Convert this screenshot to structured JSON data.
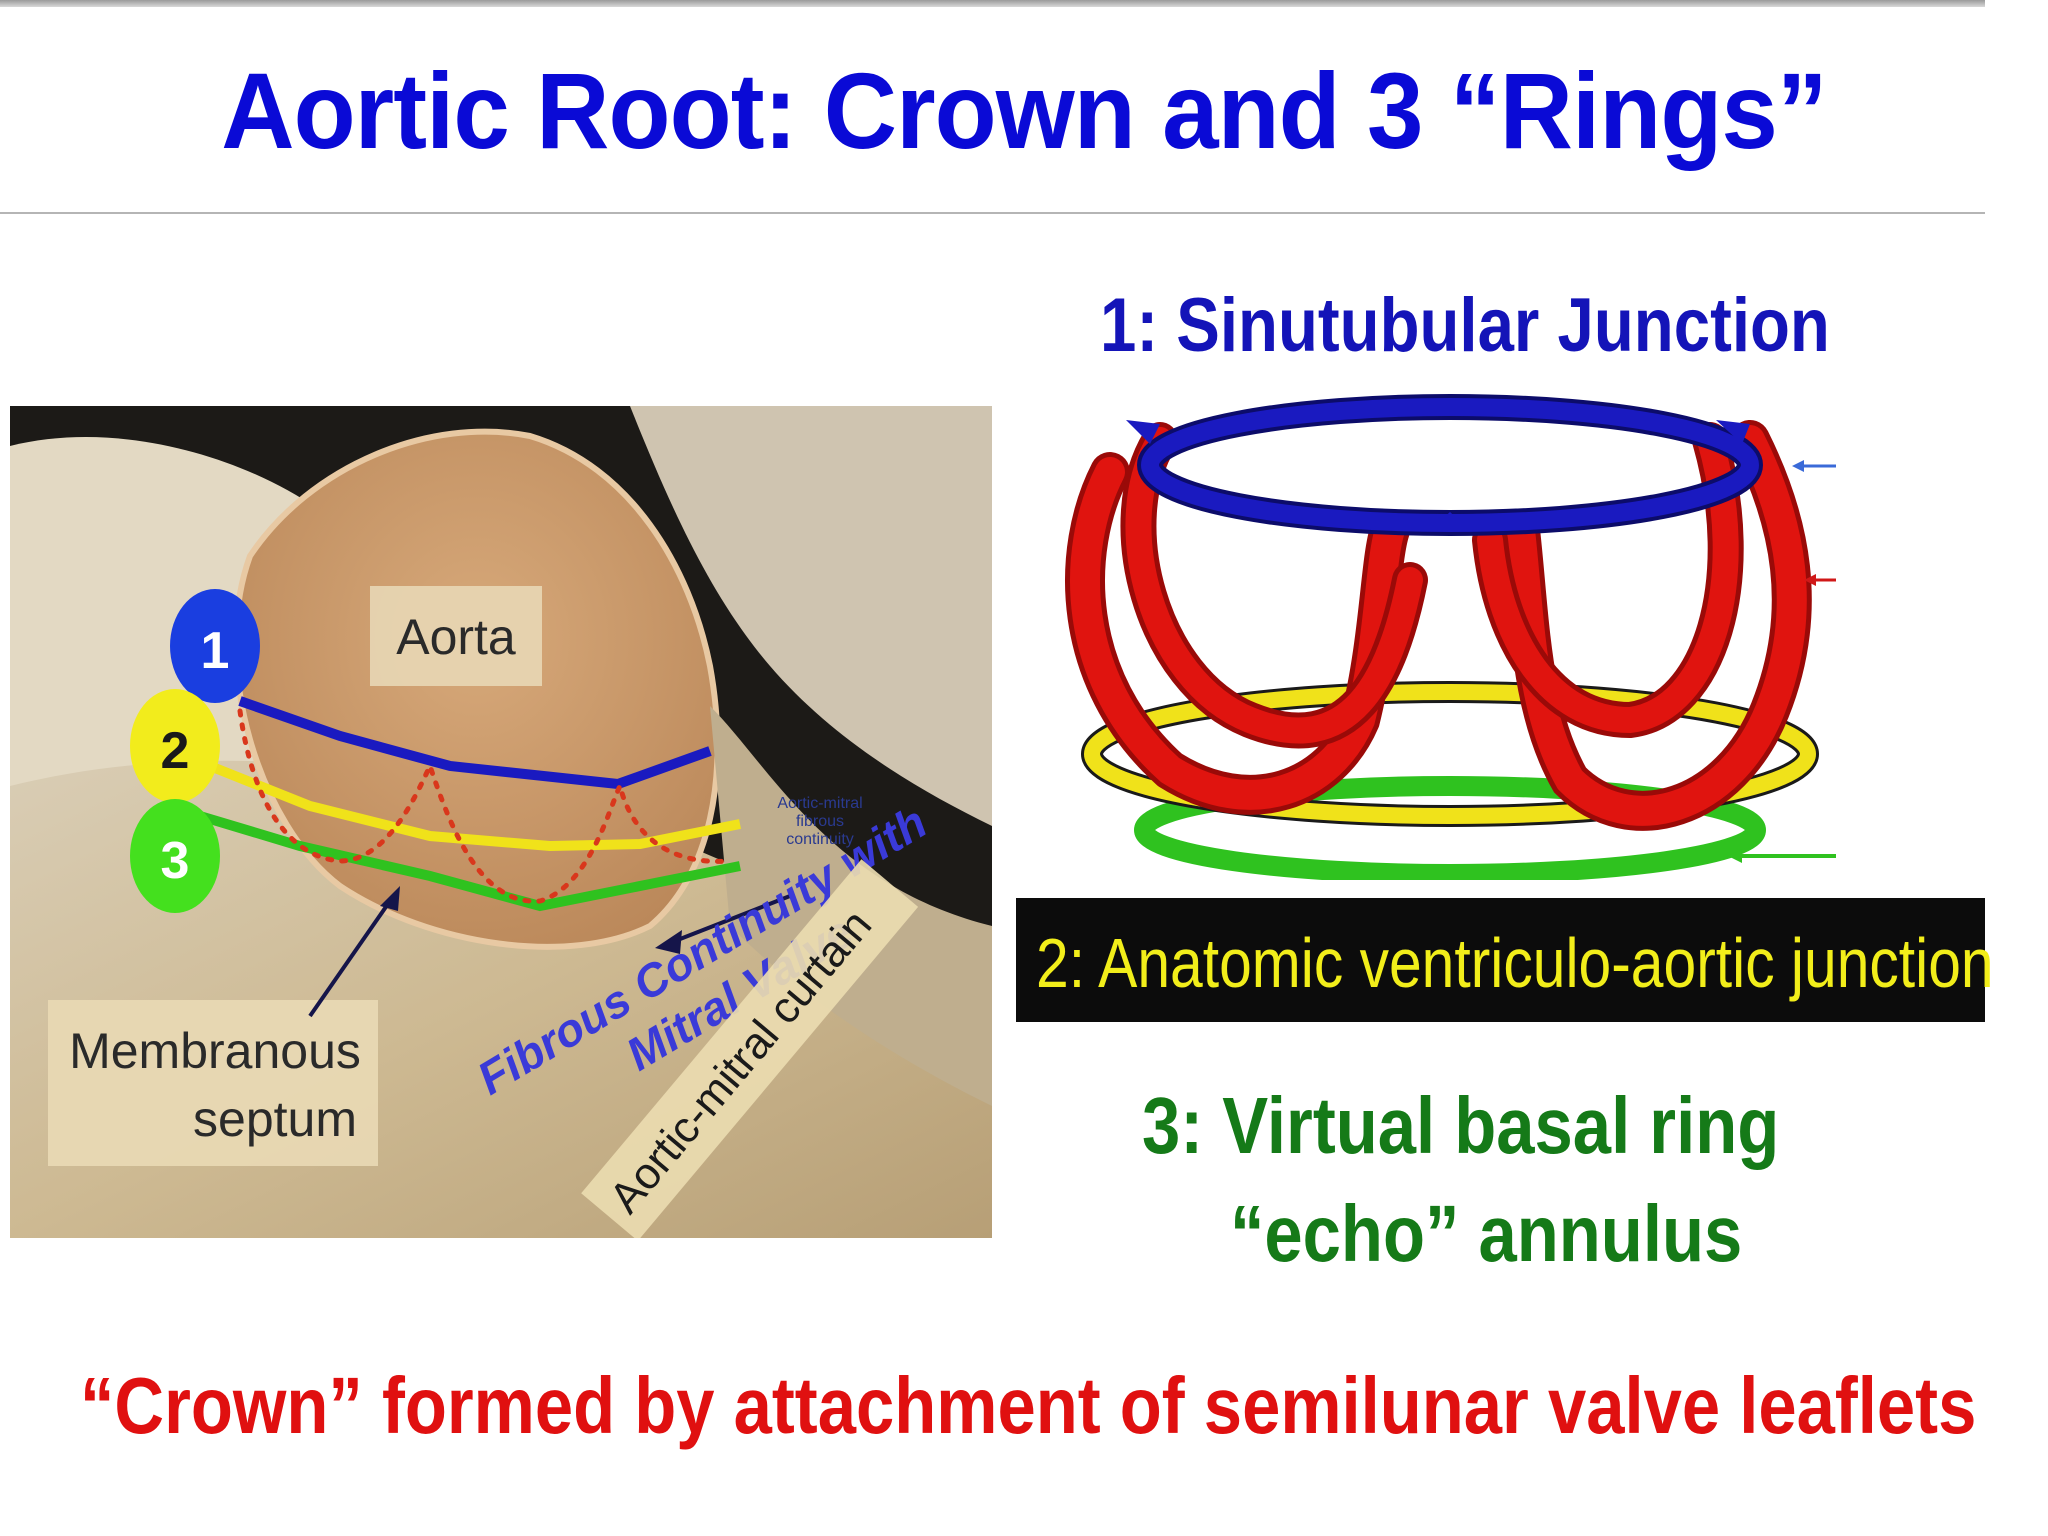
{
  "title": "Aortic Root: Crown and 3 “Rings”",
  "photo": {
    "label_aorta": "Aorta",
    "marker_1": "1",
    "marker_2": "2",
    "marker_3": "3",
    "membranous_line1": "Membranous",
    "membranous_line2": "septum",
    "fibrous_line1": "Fibrous Continuity with",
    "fibrous_line2": "Mitral Valve",
    "curtain": "Aortic-mitral curtain",
    "small_note_line1": "Aortic-mitral",
    "small_note_line2": "fibrous",
    "small_note_line3": "continuity"
  },
  "rings": {
    "label_1": "1: Sinutubular Junction",
    "label_2": "2: Anatomic ventriculo-aortic junction",
    "label_3_line1": "3: Virtual basal ring",
    "label_3_line2": "“echo” annulus"
  },
  "footer": "“Crown” formed by attachment of semilunar valve leaflets",
  "colors": {
    "title_blue": "#0a0ad6",
    "ring1_blue": "#1a1ac0",
    "ring2_yellow": "#f0e21a",
    "ring3_green": "#2fc21f",
    "crown_red": "#e0140f",
    "footer_red": "#e01010"
  }
}
